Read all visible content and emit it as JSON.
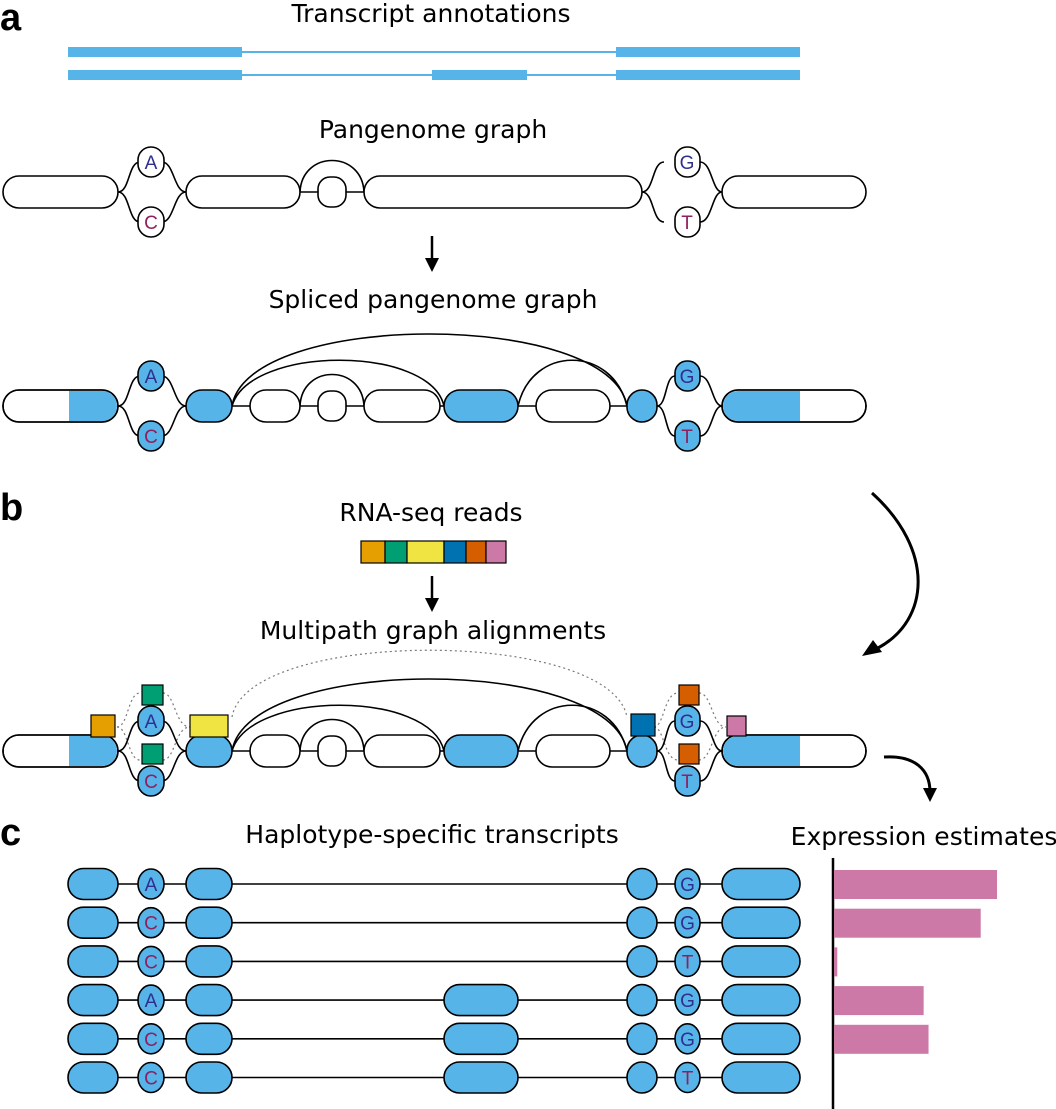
{
  "panels": {
    "a": {
      "letter": "a",
      "annotations_title": "Transcript annotations",
      "graph_title": "Pangenome graph",
      "spliced_title": "Spliced pangenome graph"
    },
    "b": {
      "letter": "b",
      "reads_title": "RNA-seq reads",
      "alignments_title": "Multipath graph alignments"
    },
    "c": {
      "letter": "c",
      "transcripts_title": "Haplotype-specific transcripts",
      "expression_title": "Expression estimates"
    }
  },
  "alleles": {
    "snp1": [
      "A",
      "C"
    ],
    "snp2": [
      "G",
      "T"
    ]
  },
  "haplotypes": [
    {
      "snp1": "A",
      "snp2": "G",
      "middle_exon": false,
      "expression": 1.0
    },
    {
      "snp1": "C",
      "snp2": "G",
      "middle_exon": false,
      "expression": 0.9
    },
    {
      "snp1": "C",
      "snp2": "T",
      "middle_exon": false,
      "expression": 0.02
    },
    {
      "snp1": "A",
      "snp2": "G",
      "middle_exon": true,
      "expression": 0.55
    },
    {
      "snp1": "C",
      "snp2": "G",
      "middle_exon": true,
      "expression": 0.58
    },
    {
      "snp1": "C",
      "snp2": "T",
      "middle_exon": true,
      "expression": 0.0
    }
  ],
  "read_colors": [
    "#e69f00",
    "#009e73",
    "#f0e442",
    "#0072b2",
    "#d55e00",
    "#cc79a7"
  ],
  "colors": {
    "exon": "#56b4e9",
    "expression_bar": "#cc79a7",
    "allele_blue": "#2f2f8f",
    "allele_purple": "#8f1f5f"
  }
}
